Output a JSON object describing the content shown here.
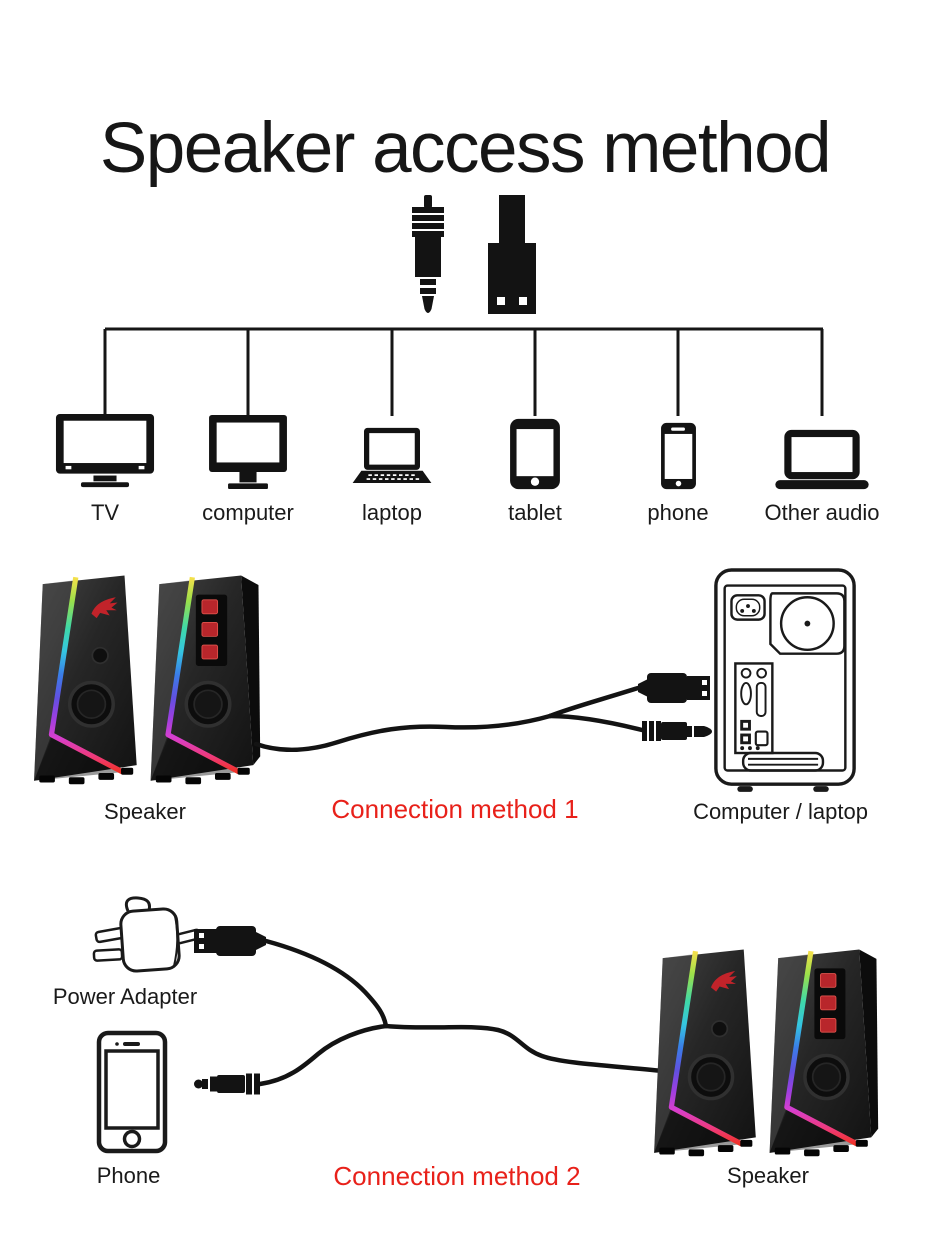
{
  "title": "Speaker access method",
  "colors": {
    "accent_red": "#e8211a",
    "ink": "#1a1a1a",
    "background": "#ffffff"
  },
  "top_connectors": {
    "jack_icon": "aux-3.5mm-plug",
    "usb_icon": "usb-plug"
  },
  "devices": [
    {
      "label": "TV",
      "icon": "tv"
    },
    {
      "label": "computer",
      "icon": "desktop-monitor"
    },
    {
      "label": "laptop",
      "icon": "laptop"
    },
    {
      "label": "tablet",
      "icon": "tablet"
    },
    {
      "label": "phone",
      "icon": "smartphone"
    },
    {
      "label": "Other audio",
      "icon": "audio-device"
    }
  ],
  "method1": {
    "speaker_label": "Speaker",
    "title": "Connection method 1",
    "computer_label": "Computer / laptop"
  },
  "method2": {
    "power_adapter_label": "Power Adapter",
    "phone_label": "Phone",
    "title": "Connection method 2",
    "speaker_label": "Speaker"
  }
}
